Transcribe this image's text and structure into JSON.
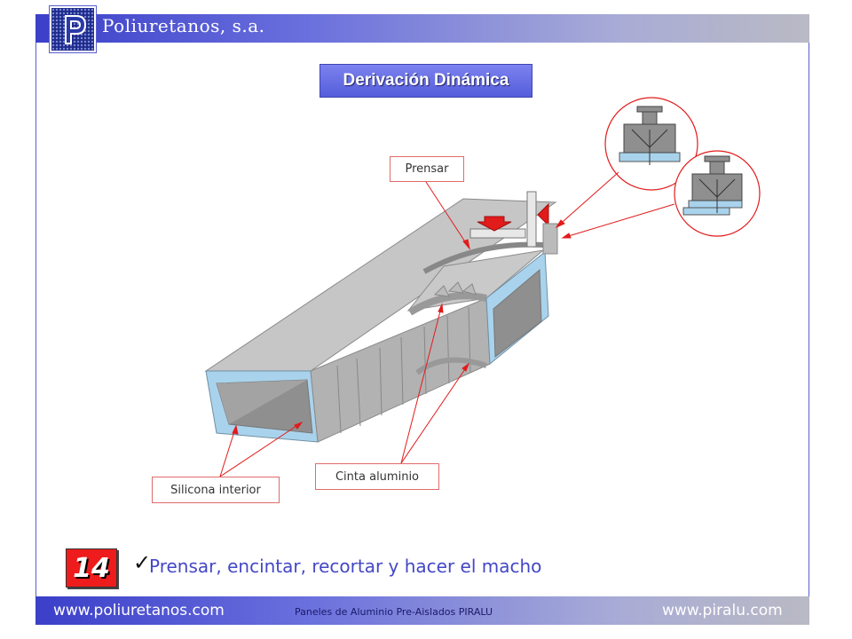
{
  "header": {
    "company_name": "Poliuretanos, s.a."
  },
  "slide": {
    "title": "Derivación Dinámica",
    "labels": {
      "prensar": "Prensar",
      "silicona": "Silicona interior",
      "cinta": "Cinta aluminio"
    },
    "page_number": "14",
    "bullet_check": "✓",
    "bullet_text": "Prensar, encintar, recortar y hacer el macho"
  },
  "footer": {
    "left_url": "www.poliuretanos.com",
    "center_text": "Paneles de Aluminio Pre-Aislados PIRALU",
    "right_url": "www.piralu.com"
  },
  "colors": {
    "accent": "#4347c6",
    "callout_line": "#e21b1b",
    "duct_gray": "#b9b9b9",
    "insulation_blue": "#a9d3ec"
  }
}
